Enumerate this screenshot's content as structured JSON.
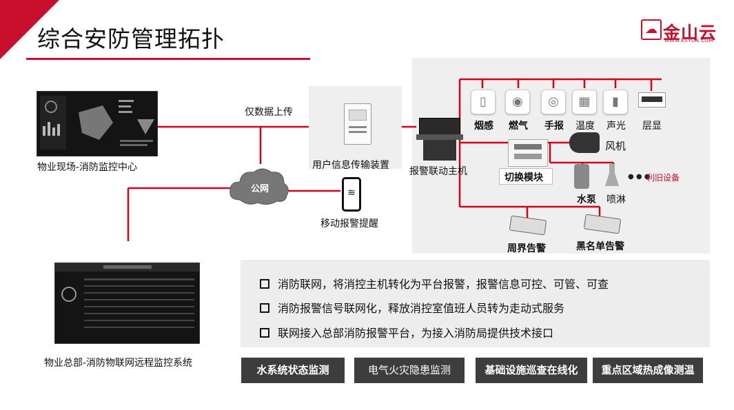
{
  "header": {
    "title": "综合安防管理拓扑",
    "logo_text": "金山云",
    "logo_sub": "WWW.KSYUN.COM"
  },
  "nodes": {
    "site_center": "物业现场-消防监控中心",
    "hq_system": "物业总部-消防物联网远程监控系统",
    "public_net": "公网",
    "data_upload": "仅数据上传",
    "transmission": "用户信息传输装置",
    "mobile_alert": "移动报警提醒",
    "alarm_host": "报警联动主机",
    "switch_module": "切换模块"
  },
  "devices": [
    "烟感",
    "燃气",
    "手报",
    "温度",
    "声光",
    "层显"
  ],
  "equipment": {
    "fan": "风机",
    "pump": "水泵",
    "sprinkler": "喷淋",
    "more_dots": "●  ●  ●",
    "reuse": "利旧设备",
    "perimeter": "周界告警",
    "blacklist": "黑名单告警"
  },
  "info": [
    "消防联网，将消控主机转化为平台报警，报警信息可控、可管、可查",
    "消防报警信号联网化，释放消控室值班人员转为走动式服务",
    "联网接入总部消防报警平台，为接入消防局提供技术接口"
  ],
  "buttons": [
    "水系统状态监测",
    "电气火灾隐患监测",
    "基础设施巡查在线化",
    "重点区域热成像测温"
  ],
  "colors": {
    "accent": "#c8102e",
    "button_bg": "#3d3d3d",
    "panel_bg": "#efefef"
  }
}
